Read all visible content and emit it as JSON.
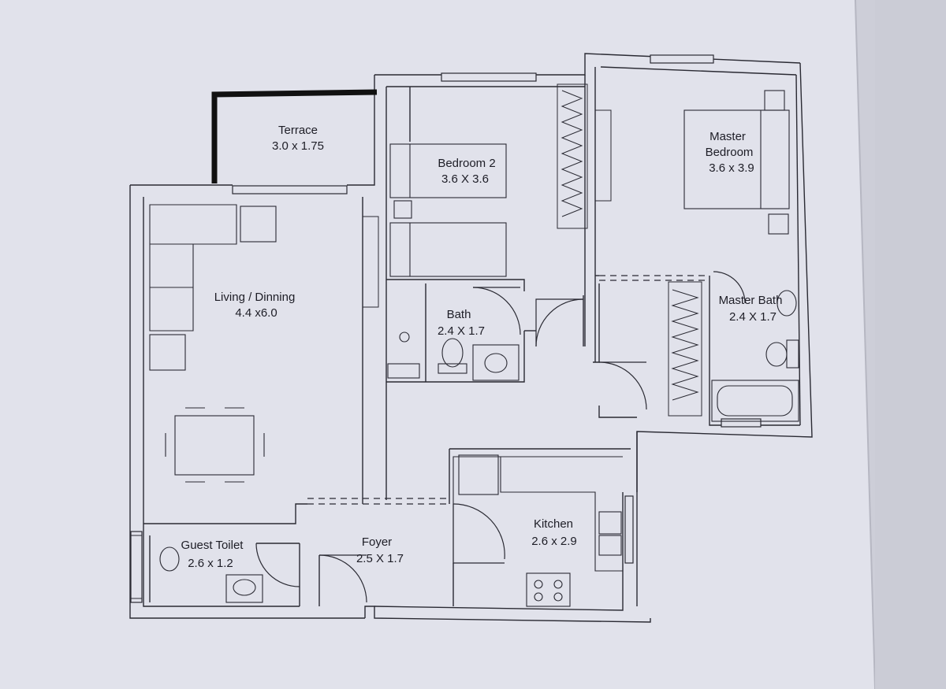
{
  "colors": {
    "paper": "#e2e3ec",
    "background": "#cfd0da",
    "ink": "#2a2a33",
    "terrace_wall": "#111111"
  },
  "rooms": {
    "terrace": {
      "name": "Terrace",
      "size": "3.0 x 1.75"
    },
    "bedroom2": {
      "name": "Bedroom 2",
      "size": "3.6 X 3.6"
    },
    "master_bedroom": {
      "name_line1": "Master",
      "name_line2": "Bedroom",
      "size": "3.6 x 3.9"
    },
    "living": {
      "name": "Living / Dinning",
      "size": "4.4 x6.0"
    },
    "bath": {
      "name": "Bath",
      "size": "2.4 X 1.7"
    },
    "master_bath": {
      "name": "Master Bath",
      "size": "2.4 X 1.7"
    },
    "kitchen": {
      "name": "Kitchen",
      "size": "2.6 x 2.9"
    },
    "foyer": {
      "name": "Foyer",
      "size": "2.5 X 1.7"
    },
    "guest_toilet": {
      "name": "Guest Toilet",
      "size": "2.6 x 1.2"
    }
  }
}
